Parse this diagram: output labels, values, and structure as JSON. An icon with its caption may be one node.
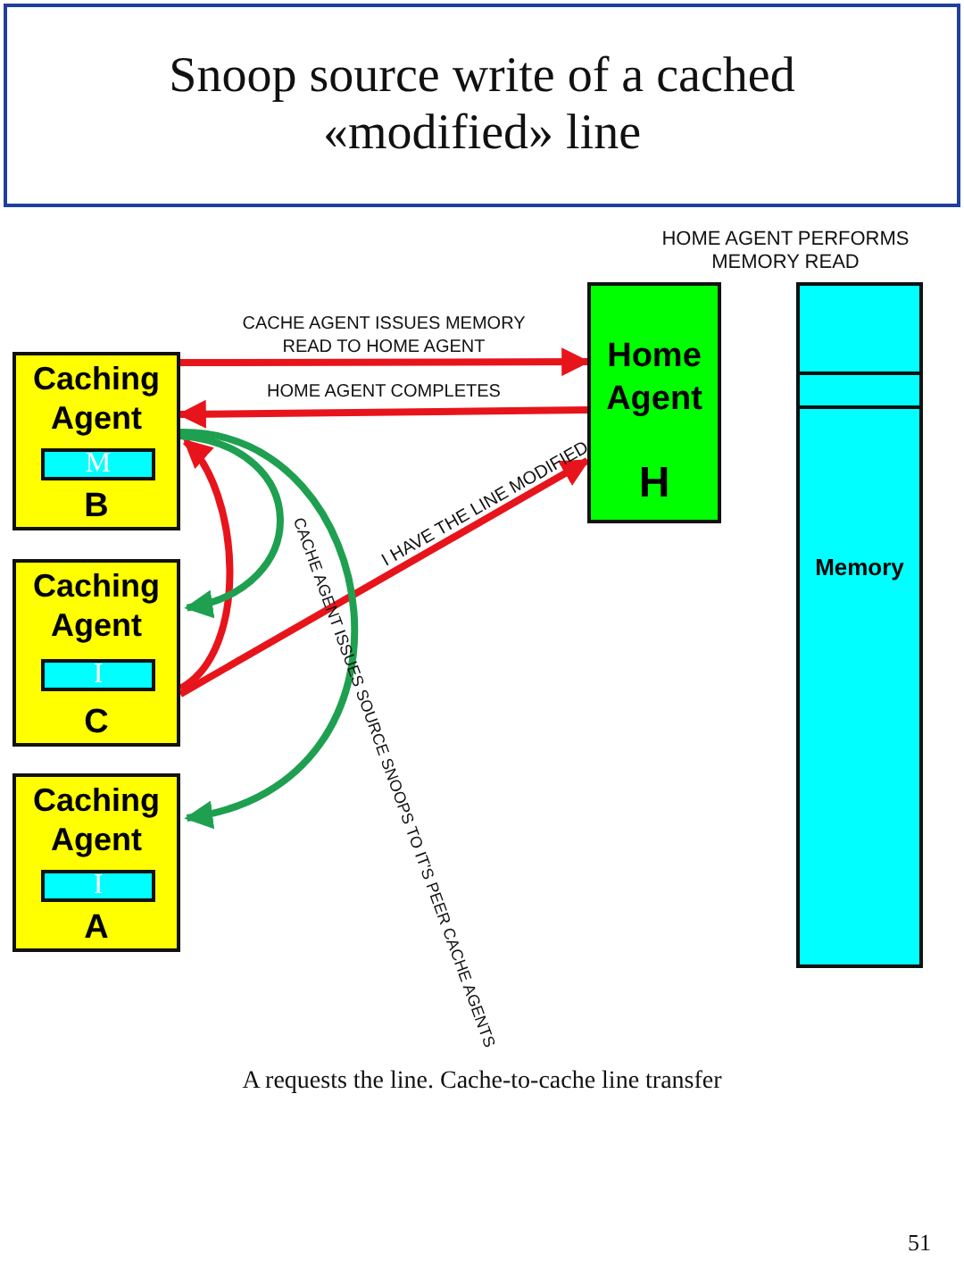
{
  "diagram": {
    "title": "Snoop source write of a cached «modified» line",
    "nodes": [
      {
        "text": [
          "Caching Agent",
          "B"
        ]
      },
      {
        "text": [
          "M"
        ],
        "in": 0
      },
      {
        "text": [
          "Caching Agent",
          "C"
        ]
      },
      {
        "text": [
          "I"
        ],
        "in": 2
      },
      {
        "text": [
          "Caching Agent",
          "A"
        ]
      },
      {
        "text": [
          "I"
        ],
        "in": 4
      },
      {
        "text": [
          "Home Agent",
          "H"
        ]
      },
      {
        "text": [
          "Memory"
        ]
      }
    ],
    "edges": [
      {
        "from": 0,
        "to": 6,
        "arrow": "to",
        "label": "CACHE AGENT ISSUES MEMORY READ TO HOME AGENT"
      },
      {
        "from": 6,
        "to": 0,
        "arrow": "to",
        "label": "HOME AGENT COMPLETES"
      },
      {
        "from": 2,
        "to": 6,
        "arrow": "to",
        "label": "I HAVE THE LINE MODIFIED"
      },
      {
        "from": 2,
        "to": 0,
        "arrow": "to"
      },
      {
        "from": 0,
        "to": 2,
        "arrow": "to",
        "color": "#1ea050"
      },
      {
        "from": 0,
        "to": 4,
        "arrow": "to",
        "color": "#1ea050"
      }
    ],
    "labels": [
      "HOME AGENT PERFORMS MEMORY READ",
      "CACHE AGENT ISSUES SOURCE SNOOPS TO IT'S PEER CACHE AGENTS",
      "A requests the line. Cache-to-cache line transfer",
      "51"
    ]
  }
}
